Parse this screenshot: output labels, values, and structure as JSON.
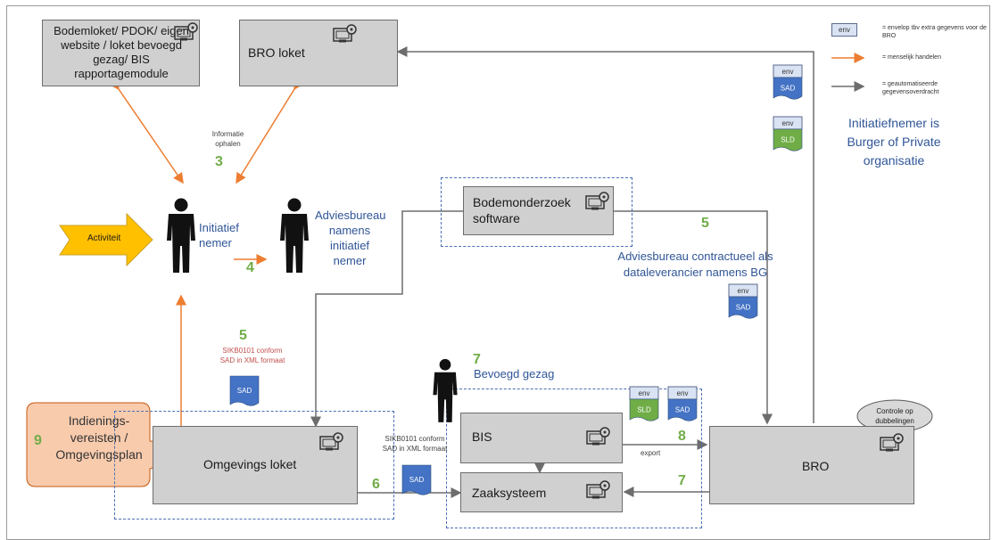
{
  "boxes": {
    "bodemloket": "Bodemloket/ PDOK/ eigen website / loket bevoegd gezag/ BIS rapportagemodule",
    "bro_loket": "BRO loket",
    "bodemonderzoek": "Bodemonderzoek software",
    "omgevings_loket": "Omgevings loket",
    "bis": "BIS",
    "zaaksysteem": "Zaaksysteem",
    "bro": "BRO"
  },
  "actors": {
    "initiatiefnemer": "Initiatief nemer",
    "adviesbureau": "Adviesbureau namens initiatief nemer",
    "bevoegd_gezag": "Bevoegd gezag"
  },
  "activiteit": "Activiteit",
  "callout": "Indienings-vereisten / Omgevingsplan",
  "callout_num": "9",
  "controle": "Controle op dubbelingen",
  "labels": {
    "informatie": "Informatie ophalen",
    "n3": "3",
    "n4": "4",
    "n5a": "5",
    "n5b": "5",
    "n6": "6",
    "n7a": "7",
    "n7b": "7",
    "n8": "8",
    "adviesbureau_contract": "Adviesbureau contractueel als dataleverancier namens BG",
    "sikb_left": "SIKB0101 conform SAD in XML formaat",
    "sikb_mid": "SIKB0101 conform SAD in XML formaat",
    "export": "export"
  },
  "docs": {
    "env": "env",
    "sad": "SAD",
    "sld": "SLD"
  },
  "legend": {
    "env_text": "= envelop tbv extra gegevens voor de BRO",
    "orange_text": "= menselijk handelen",
    "grey_text": "= geautomatiseerde gegevensoverdracht",
    "title": "Initiatiefnemer is Burger of Private organisatie"
  },
  "colors": {
    "orange": "#ed7d31",
    "grey_arrow": "#7f7f7f",
    "green": "#70ad47",
    "blue_doc": "#4472c4",
    "yellow": "#ffc000",
    "callout": "#f8cbad"
  }
}
